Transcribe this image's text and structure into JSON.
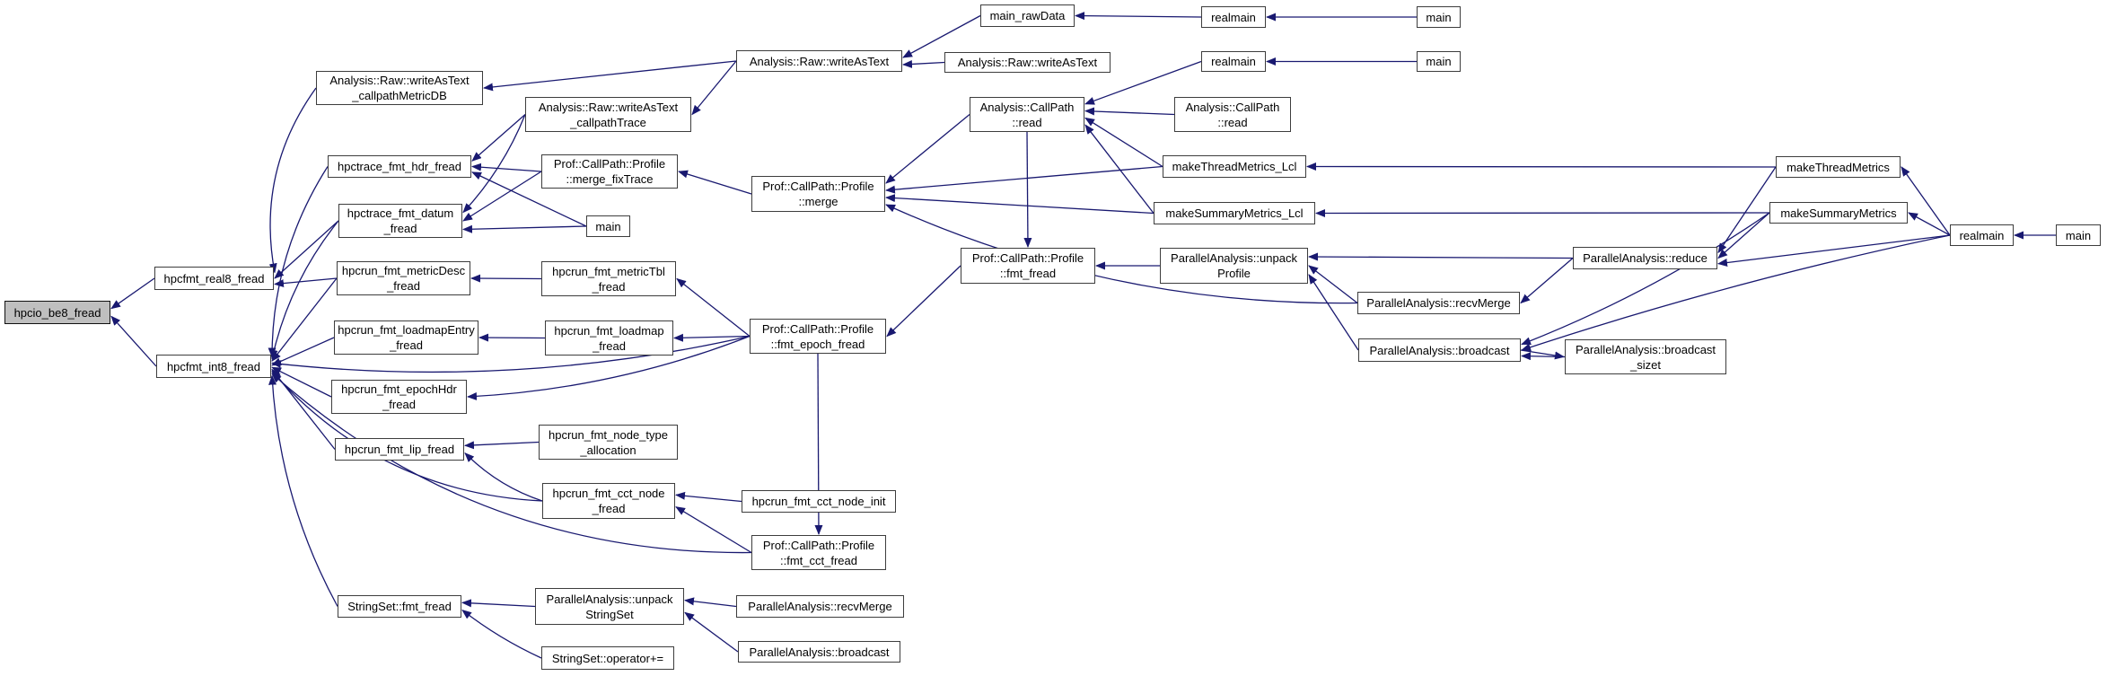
{
  "diagram": {
    "title": "hpcio_be8_fread caller graph",
    "type": "caller-graph",
    "root_id": "hpcio_be8_fread",
    "colors": {
      "edge": "#191970",
      "node_border": "#3d3d3d",
      "node_fill": "#ffffff",
      "root_fill": "#bfbfbf",
      "background": "#ffffff"
    },
    "nodes": [
      {
        "id": "hpcio_be8_fread",
        "label": [
          "hpcio_be8_fread"
        ],
        "root": true
      },
      {
        "id": "hpcfmt_real8_fread",
        "label": [
          "hpcfmt_real8_fread"
        ]
      },
      {
        "id": "hpcfmt_int8_fread",
        "label": [
          "hpcfmt_int8_fread"
        ]
      },
      {
        "id": "writeAsText_callpathMetricDB",
        "label": [
          "Analysis::Raw::writeAsText",
          "_callpathMetricDB"
        ]
      },
      {
        "id": "hpctrace_fmt_hdr_fread",
        "label": [
          "hpctrace_fmt_hdr_fread"
        ]
      },
      {
        "id": "hpctrace_fmt_datum_fread",
        "label": [
          "hpctrace_fmt_datum",
          "_fread"
        ]
      },
      {
        "id": "hpcrun_fmt_metricDesc_fread",
        "label": [
          "hpcrun_fmt_metricDesc",
          "_fread"
        ]
      },
      {
        "id": "hpcrun_fmt_loadmapEntry_fread",
        "label": [
          "hpcrun_fmt_loadmapEntry",
          "_fread"
        ]
      },
      {
        "id": "hpcrun_fmt_epochHdr_fread",
        "label": [
          "hpcrun_fmt_epochHdr",
          "_fread"
        ]
      },
      {
        "id": "hpcrun_fmt_lip_fread",
        "label": [
          "hpcrun_fmt_lip_fread"
        ]
      },
      {
        "id": "stringset_fmt_fread",
        "label": [
          "StringSet::fmt_fread"
        ]
      },
      {
        "id": "writeAsText_callpathTrace",
        "label": [
          "Analysis::Raw::writeAsText",
          "_callpathTrace"
        ]
      },
      {
        "id": "profile_merge_fixTrace",
        "label": [
          "Prof::CallPath::Profile",
          "::merge_fixTrace"
        ]
      },
      {
        "id": "main_trace",
        "label": [
          "main"
        ]
      },
      {
        "id": "hpcrun_fmt_metricTbl_fread",
        "label": [
          "hpcrun_fmt_metricTbl",
          "_fread"
        ]
      },
      {
        "id": "hpcrun_fmt_loadmap_fread",
        "label": [
          "hpcrun_fmt_loadmap",
          "_fread"
        ]
      },
      {
        "id": "hpcrun_fmt_node_type_allocation",
        "label": [
          "hpcrun_fmt_node_type",
          "_allocation"
        ]
      },
      {
        "id": "hpcrun_fmt_cct_node_fread",
        "label": [
          "hpcrun_fmt_cct_node",
          "_fread"
        ]
      },
      {
        "id": "unpackStringSet",
        "label": [
          "ParallelAnalysis::unpack",
          "StringSet"
        ]
      },
      {
        "id": "stringset_operator_append",
        "label": [
          "StringSet::operator+="
        ]
      },
      {
        "id": "writeAsText_main",
        "label": [
          "Analysis::Raw::writeAsText"
        ]
      },
      {
        "id": "profile_merge",
        "label": [
          "Prof::CallPath::Profile",
          "::merge"
        ]
      },
      {
        "id": "profile_fmt_epoch_fread",
        "label": [
          "Prof::CallPath::Profile",
          "::fmt_epoch_fread"
        ]
      },
      {
        "id": "hpcrun_fmt_cct_node_init",
        "label": [
          "hpcrun_fmt_cct_node_init"
        ]
      },
      {
        "id": "profile_fmt_cct_fread",
        "label": [
          "Prof::CallPath::Profile",
          "::fmt_cct_fread"
        ]
      },
      {
        "id": "recvMerge_stringset",
        "label": [
          "ParallelAnalysis::recvMerge"
        ]
      },
      {
        "id": "broadcast_stringset",
        "label": [
          "ParallelAnalysis::broadcast"
        ]
      },
      {
        "id": "main_rawData",
        "label": [
          "main_rawData"
        ]
      },
      {
        "id": "writeAsText_overload",
        "label": [
          "Analysis::Raw::writeAsText"
        ]
      },
      {
        "id": "callpath_read",
        "label": [
          "Analysis::CallPath",
          "::read"
        ]
      },
      {
        "id": "profile_fmt_fread",
        "label": [
          "Prof::CallPath::Profile",
          "::fmt_fread"
        ]
      },
      {
        "id": "realmain_rawdata",
        "label": [
          "realmain"
        ]
      },
      {
        "id": "realmain_callpath",
        "label": [
          "realmain"
        ]
      },
      {
        "id": "callpath_read_overload",
        "label": [
          "Analysis::CallPath",
          "::read"
        ]
      },
      {
        "id": "makeThreadMetrics_Lcl",
        "label": [
          "makeThreadMetrics_Lcl"
        ]
      },
      {
        "id": "makeSummaryMetrics_Lcl",
        "label": [
          "makeSummaryMetrics_Lcl"
        ]
      },
      {
        "id": "unpackProfile",
        "label": [
          "ParallelAnalysis::unpack",
          "Profile"
        ]
      },
      {
        "id": "recvMerge_profile",
        "label": [
          "ParallelAnalysis::recvMerge"
        ]
      },
      {
        "id": "broadcast_profile",
        "label": [
          "ParallelAnalysis::broadcast"
        ]
      },
      {
        "id": "main_rawdata2",
        "label": [
          "main"
        ]
      },
      {
        "id": "main_callpath",
        "label": [
          "main"
        ]
      },
      {
        "id": "reduce",
        "label": [
          "ParallelAnalysis::reduce"
        ]
      },
      {
        "id": "broadcast_sizet",
        "label": [
          "ParallelAnalysis::broadcast",
          "_sizet"
        ]
      },
      {
        "id": "makeThreadMetrics",
        "label": [
          "makeThreadMetrics"
        ]
      },
      {
        "id": "makeSummaryMetrics",
        "label": [
          "makeSummaryMetrics"
        ]
      },
      {
        "id": "realmain_mpi",
        "label": [
          "realmain"
        ]
      },
      {
        "id": "main_mpi",
        "label": [
          "main"
        ]
      }
    ],
    "edges": [
      {
        "caller": "hpcfmt_real8_fread",
        "callee": "hpcio_be8_fread"
      },
      {
        "caller": "hpcfmt_int8_fread",
        "callee": "hpcio_be8_fread"
      },
      {
        "caller": "writeAsText_callpathMetricDB",
        "callee": "hpcfmt_real8_fread"
      },
      {
        "caller": "hpcrun_fmt_metricDesc_fread",
        "callee": "hpcfmt_real8_fread"
      },
      {
        "caller": "hpctrace_fmt_datum_fread",
        "callee": "hpcfmt_real8_fread"
      },
      {
        "caller": "hpctrace_fmt_hdr_fread",
        "callee": "hpcfmt_int8_fread"
      },
      {
        "caller": "hpctrace_fmt_datum_fread",
        "callee": "hpcfmt_int8_fread"
      },
      {
        "caller": "hpcrun_fmt_metricDesc_fread",
        "callee": "hpcfmt_int8_fread"
      },
      {
        "caller": "hpcrun_fmt_loadmapEntry_fread",
        "callee": "hpcfmt_int8_fread"
      },
      {
        "caller": "hpcrun_fmt_epochHdr_fread",
        "callee": "hpcfmt_int8_fread"
      },
      {
        "caller": "hpcrun_fmt_lip_fread",
        "callee": "hpcfmt_int8_fread"
      },
      {
        "caller": "hpcrun_fmt_cct_node_fread",
        "callee": "hpcfmt_int8_fread"
      },
      {
        "caller": "stringset_fmt_fread",
        "callee": "hpcfmt_int8_fread"
      },
      {
        "caller": "profile_fmt_cct_fread",
        "callee": "hpcfmt_int8_fread"
      },
      {
        "caller": "profile_fmt_epoch_fread",
        "callee": "hpcfmt_int8_fread"
      },
      {
        "caller": "writeAsText_main",
        "callee": "writeAsText_callpathMetricDB"
      },
      {
        "caller": "writeAsText_main",
        "callee": "writeAsText_callpathTrace"
      },
      {
        "caller": "writeAsText_callpathTrace",
        "callee": "hpctrace_fmt_hdr_fread"
      },
      {
        "caller": "profile_merge_fixTrace",
        "callee": "hpctrace_fmt_hdr_fread"
      },
      {
        "caller": "main_trace",
        "callee": "hpctrace_fmt_hdr_fread"
      },
      {
        "caller": "writeAsText_callpathTrace",
        "callee": "hpctrace_fmt_datum_fread"
      },
      {
        "caller": "profile_merge_fixTrace",
        "callee": "hpctrace_fmt_datum_fread"
      },
      {
        "caller": "main_trace",
        "callee": "hpctrace_fmt_datum_fread"
      },
      {
        "caller": "profile_merge",
        "callee": "profile_merge_fixTrace"
      },
      {
        "caller": "hpcrun_fmt_metricTbl_fread",
        "callee": "hpcrun_fmt_metricDesc_fread"
      },
      {
        "caller": "hpcrun_fmt_loadmap_fread",
        "callee": "hpcrun_fmt_loadmapEntry_fread"
      },
      {
        "caller": "profile_fmt_epoch_fread",
        "callee": "hpcrun_fmt_metricTbl_fread"
      },
      {
        "caller": "profile_fmt_epoch_fread",
        "callee": "hpcrun_fmt_loadmap_fread"
      },
      {
        "caller": "profile_fmt_epoch_fread",
        "callee": "hpcrun_fmt_epochHdr_fread"
      },
      {
        "caller": "hpcrun_fmt_node_type_allocation",
        "callee": "hpcrun_fmt_lip_fread"
      },
      {
        "caller": "hpcrun_fmt_cct_node_fread",
        "callee": "hpcrun_fmt_lip_fread"
      },
      {
        "caller": "hpcrun_fmt_cct_node_init",
        "callee": "hpcrun_fmt_cct_node_fread"
      },
      {
        "caller": "profile_fmt_cct_fread",
        "callee": "hpcrun_fmt_cct_node_fread"
      },
      {
        "caller": "profile_fmt_epoch_fread",
        "callee": "profile_fmt_cct_fread"
      },
      {
        "caller": "profile_fmt_fread",
        "callee": "profile_fmt_epoch_fread"
      },
      {
        "caller": "unpackStringSet",
        "callee": "stringset_fmt_fread"
      },
      {
        "caller": "stringset_operator_append",
        "callee": "stringset_fmt_fread"
      },
      {
        "caller": "recvMerge_stringset",
        "callee": "unpackStringSet"
      },
      {
        "caller": "broadcast_stringset",
        "callee": "unpackStringSet"
      },
      {
        "caller": "main_rawData",
        "callee": "writeAsText_main"
      },
      {
        "caller": "writeAsText_overload",
        "callee": "writeAsText_main"
      },
      {
        "caller": "realmain_rawdata",
        "callee": "main_rawData"
      },
      {
        "caller": "main_rawdata2",
        "callee": "realmain_rawdata"
      },
      {
        "caller": "main_callpath",
        "callee": "realmain_callpath"
      },
      {
        "caller": "realmain_callpath",
        "callee": "callpath_read"
      },
      {
        "caller": "callpath_read_overload",
        "callee": "callpath_read"
      },
      {
        "caller": "makeThreadMetrics_Lcl",
        "callee": "callpath_read"
      },
      {
        "caller": "makeSummaryMetrics_Lcl",
        "callee": "callpath_read"
      },
      {
        "caller": "callpath_read",
        "callee": "profile_merge"
      },
      {
        "caller": "makeThreadMetrics_Lcl",
        "callee": "profile_merge"
      },
      {
        "caller": "makeSummaryMetrics_Lcl",
        "callee": "profile_merge"
      },
      {
        "caller": "recvMerge_profile",
        "callee": "profile_merge"
      },
      {
        "caller": "callpath_read",
        "callee": "profile_fmt_fread"
      },
      {
        "caller": "unpackProfile",
        "callee": "profile_fmt_fread"
      },
      {
        "caller": "reduce",
        "callee": "unpackProfile"
      },
      {
        "caller": "recvMerge_profile",
        "callee": "unpackProfile"
      },
      {
        "caller": "broadcast_profile",
        "callee": "unpackProfile"
      },
      {
        "caller": "reduce",
        "callee": "recvMerge_profile"
      },
      {
        "caller": "makeThreadMetrics",
        "callee": "makeThreadMetrics_Lcl"
      },
      {
        "caller": "makeSummaryMetrics",
        "callee": "makeSummaryMetrics_Lcl"
      },
      {
        "caller": "makeThreadMetrics",
        "callee": "reduce"
      },
      {
        "caller": "makeSummaryMetrics",
        "callee": "reduce"
      },
      {
        "caller": "realmain_mpi",
        "callee": "reduce"
      },
      {
        "caller": "realmain_mpi",
        "callee": "broadcast_profile"
      },
      {
        "caller": "makeSummaryMetrics",
        "callee": "broadcast_profile"
      },
      {
        "caller": "broadcast_profile",
        "callee": "broadcast_sizet"
      },
      {
        "caller": "broadcast_sizet",
        "callee": "broadcast_profile"
      },
      {
        "caller": "realmain_mpi",
        "callee": "makeThreadMetrics"
      },
      {
        "caller": "realmain_mpi",
        "callee": "makeSummaryMetrics"
      },
      {
        "caller": "main_mpi",
        "callee": "realmain_mpi"
      }
    ]
  }
}
